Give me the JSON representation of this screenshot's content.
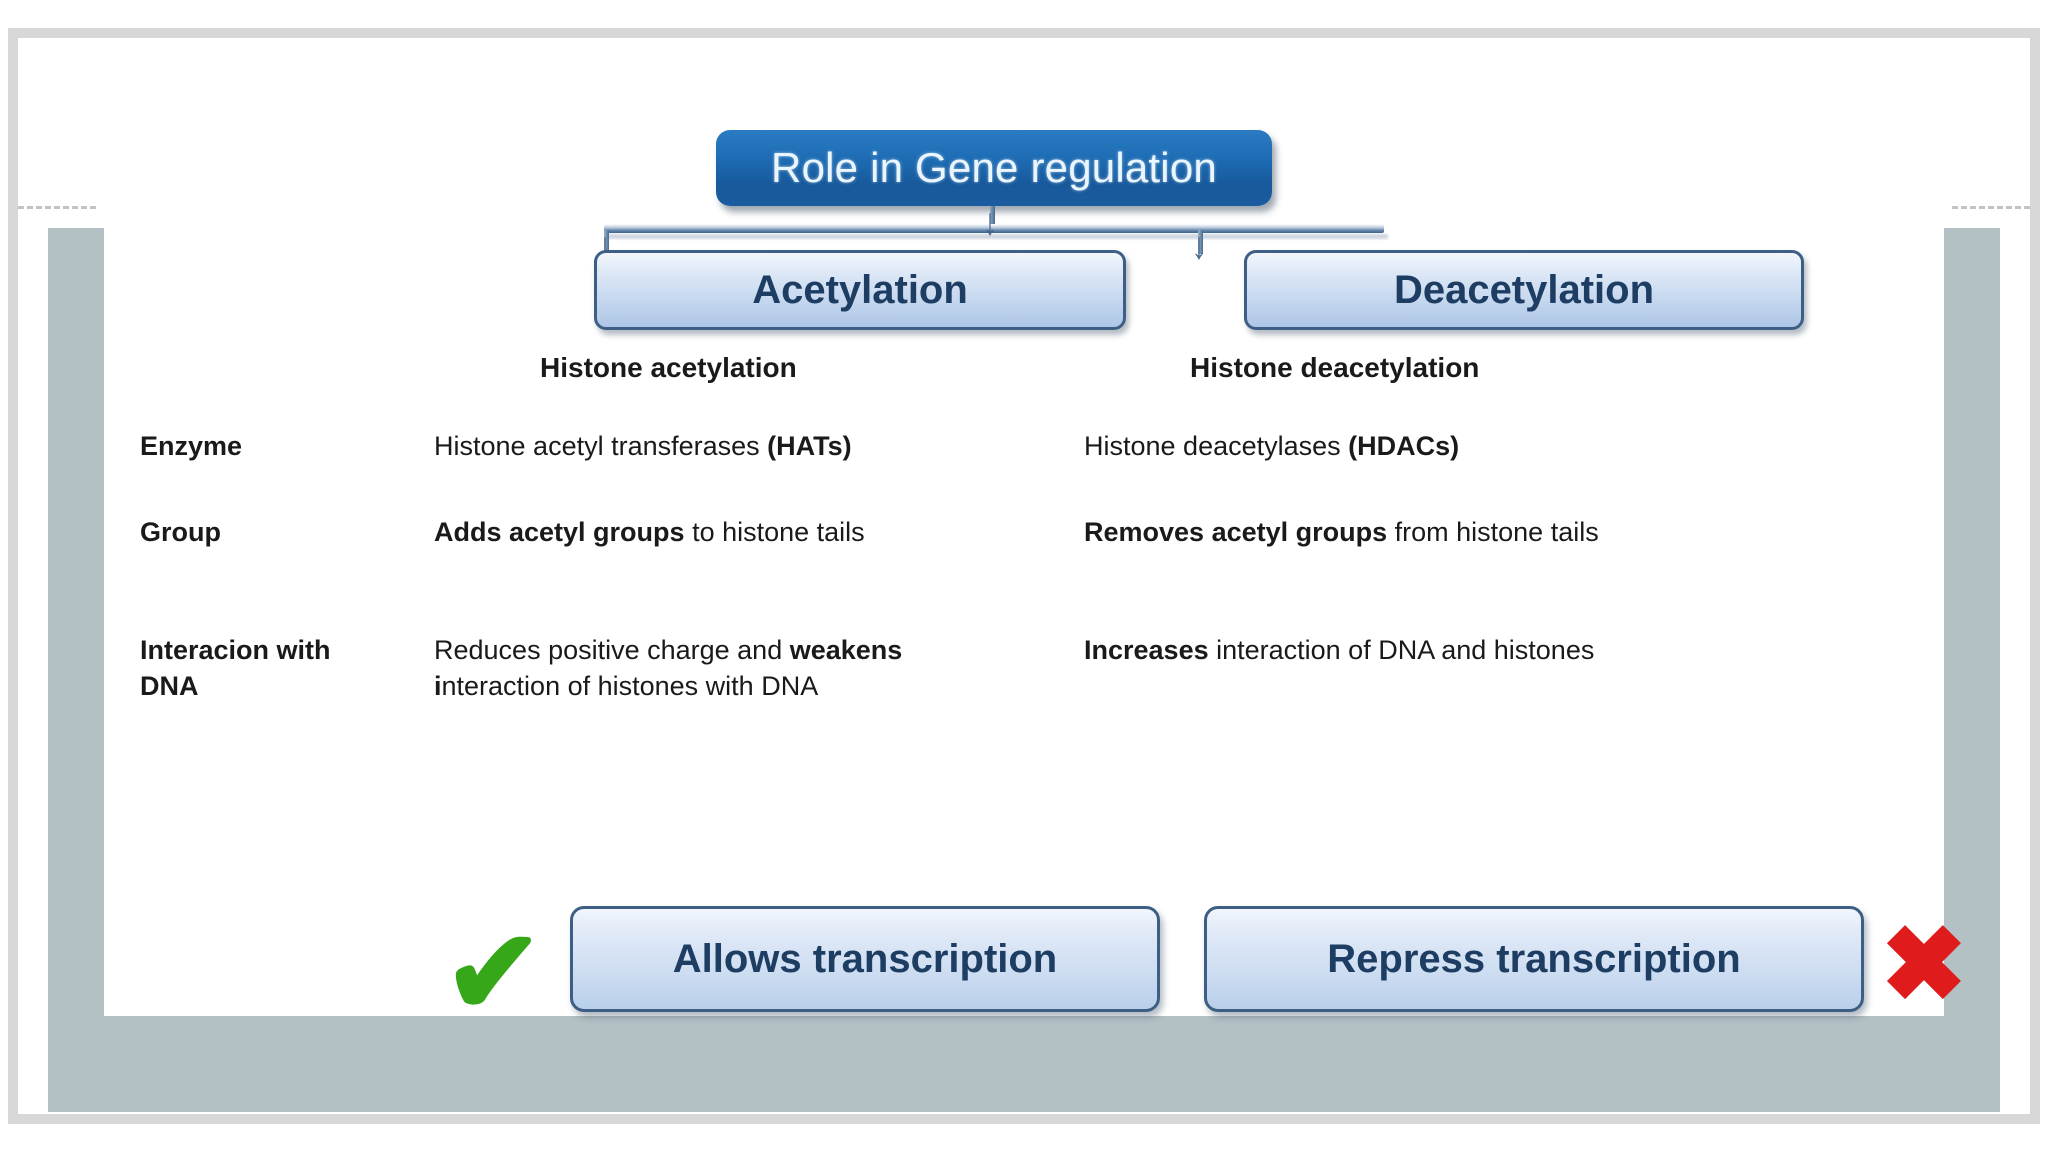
{
  "title": {
    "label": "Role in Gene regulation"
  },
  "branches": {
    "left": {
      "label": "Acetylation"
    },
    "right": {
      "label": "Deacetylation"
    }
  },
  "table": {
    "subheaders": {
      "left": "Histone acetylation",
      "right": "Histone deacetylation"
    },
    "rows": [
      {
        "label": "Enzyme",
        "acetylation": {
          "plain_pre": "Histone acetyl transferases ",
          "bold": "(HATs)",
          "plain_post": ""
        },
        "deacetylation": {
          "plain_pre": "Histone deacetylases ",
          "bold": "(HDACs)",
          "plain_post": ""
        }
      },
      {
        "label": "Group",
        "acetylation": {
          "plain_pre": "",
          "bold": "Adds acetyl groups",
          "plain_post": " to histone tails"
        },
        "deacetylation": {
          "plain_pre": "",
          "bold": "Removes acetyl groups",
          "plain_post": " from histone tails"
        }
      },
      {
        "label": "Interacion with DNA",
        "acetylation": {
          "plain_pre": "Reduces positive charge and ",
          "bold": "weakens i",
          "plain_post": "nteraction of histones with DNA"
        },
        "deacetylation": {
          "plain_pre": "",
          "bold": "Increases",
          "plain_post": " interaction of DNA and histones"
        }
      }
    ]
  },
  "conclusions": {
    "left": {
      "label": "Allows transcription",
      "marker": "check-mark",
      "marker_glyph": "✔"
    },
    "right": {
      "label": "Repress transcription",
      "marker": "cross-mark",
      "marker_glyph": "✖"
    }
  },
  "icons": {
    "arrow_down_glyph": "↓"
  },
  "colors": {
    "title_blue": "#1d6cb4",
    "box_border": "#3d5f85",
    "box_text": "#1d3d63",
    "check_green": "#35a718",
    "cross_red": "#e01b1b",
    "panel_gray": "#b3c0c4",
    "frame_gray": "#d8d8d8"
  }
}
